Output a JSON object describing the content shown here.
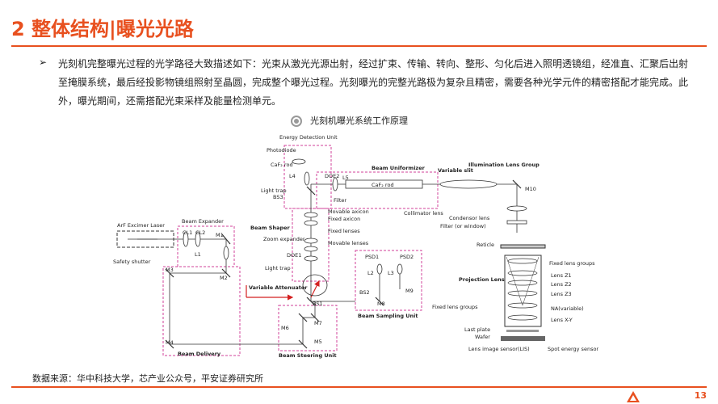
{
  "header": {
    "title": "2 整体结构|曝光光路"
  },
  "body": {
    "bullet_symbol": "➢",
    "paragraph": "光刻机完整曝光过程的光学路径大致描述如下：光束从激光光源出射，经过扩束、传输、转向、整形、匀化后进入照明透镜组，经准直、汇聚后出射至掩膜系统，最后经投影物镜组照射至晶圆，完成整个曝光过程。光刻曝光的完整光路极为复杂且精密，需要各种光学元件的精密搭配才能完成。此外，曝光期间，还需搭配光束采样及能量检测单元。"
  },
  "figure": {
    "caption": "光刻机曝光系统工作原理",
    "labels": {
      "energy_detection_unit": "Energy Detection Unit",
      "photodiode": "Photodiode",
      "caf_rod_1": "CaF₂ rod",
      "l4": "L4",
      "doe2": "DOE2",
      "beam_uniformizer": "Beam Uniformizer",
      "variable_slit": "Variable slit",
      "illumination_lens_group": "Illumination Lens Group",
      "l5": "L5",
      "caf_rod_2": "CaF₂ rod",
      "m10": "M10",
      "light_trap_1": "Light trap",
      "bs3": "BS3",
      "filter": "Filter",
      "collimator_lens": "Collimator lens",
      "condensor_lens": "Condensor lens",
      "filter_or_window": "Filter (or window)",
      "movable_axicon": "Movable axicon",
      "fixed_axicon": "Fixed axicon",
      "arf_laser": "ArF Excimer Laser",
      "beam_expander": "Beam Expander",
      "cl1": "CL1",
      "cl2": "CL2",
      "m1": "M1",
      "l1": "L1",
      "safety_shutter": "Safety shutter",
      "beam_shaper": "Beam Shaper",
      "zoom_expander": "Zoom expander",
      "fixed_lenses": "Fixed lenses",
      "movable_lenses": "Movable lenses",
      "doe1": "DOE1",
      "light_trap_2": "Light trap",
      "variable_attenuator": "Variable Attenuator",
      "reticle": "Reticle",
      "m3": "M3",
      "m2": "M2",
      "psd1": "PSD1",
      "psd2": "PSD2",
      "l2": "L2",
      "l3": "L3",
      "bs2": "BS2",
      "m9": "M9",
      "bs1": "BS1",
      "m8": "M8",
      "beam_sampling_unit": "Beam Sampling Unit",
      "m6": "M6",
      "m7": "M7",
      "m4": "M4",
      "m5": "M5",
      "beam_delivery": "Beam Delivery",
      "beam_steering_unit": "Beam Steering Unit",
      "projection_lens": "Projection Lens",
      "fixed_lens_groups_1": "Fixed lens groups",
      "lens_z1": "Lens Z1",
      "lens_z2": "Lens Z2",
      "lens_z3": "Lens Z3",
      "fixed_lens_groups_2": "Fixed lens groups",
      "na_variable": "NA(variable)",
      "lens_xy": "Lens X-Y",
      "last_plate": "Last plate",
      "wafer": "Wafer",
      "lens_image_sensor": "Lens image sensor(LIS)",
      "spot_energy_sensor": "Spot energy sensor"
    }
  },
  "footer": {
    "source": "数据来源：华中科技大学，芯产业公众号，平安证券研究所",
    "page_number": "13"
  },
  "colors": {
    "accent": "#e8501f",
    "box_dash": "#d0409a",
    "beam": "#d42020"
  }
}
